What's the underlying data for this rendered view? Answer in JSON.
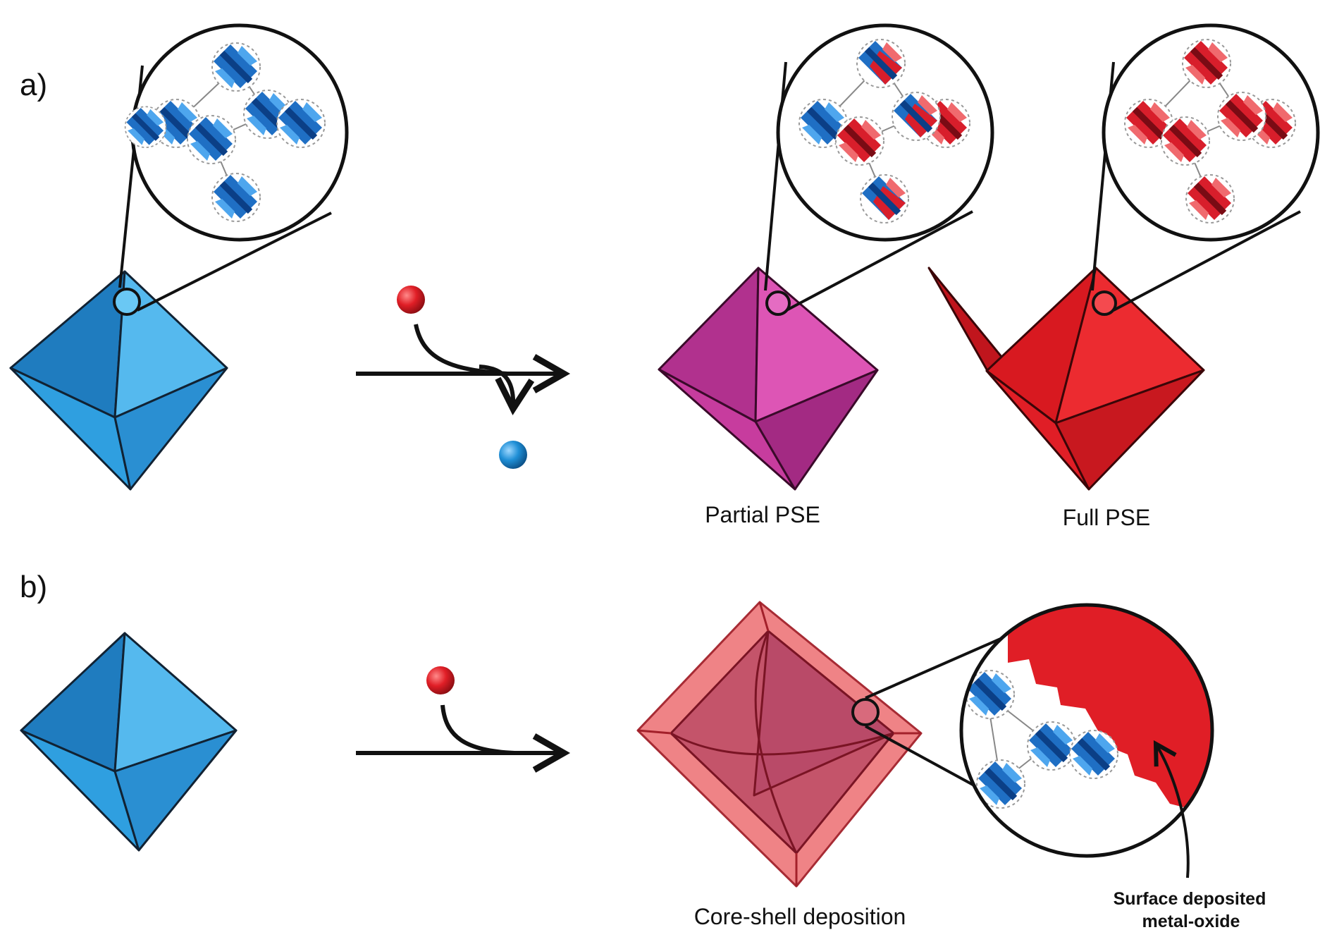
{
  "panel_a": {
    "label": "a)",
    "partial_caption": "Partial PSE",
    "full_caption": "Full PSE"
  },
  "panel_b": {
    "label": "b)",
    "coreshell_caption": "Core-shell deposition",
    "surface_caption_line1": "Surface deposited",
    "surface_caption_line2": "metal-oxide"
  },
  "colors": {
    "blue": "#2f9fe0",
    "blue_light": "#55b9ee",
    "blue_dark": "#1f7cbf",
    "magenta": "#c73c9e",
    "magenta_light": "#dd55b5",
    "red": "#e01e26",
    "red_light": "#ec2b30",
    "pink_shell": "#ef7d80"
  }
}
